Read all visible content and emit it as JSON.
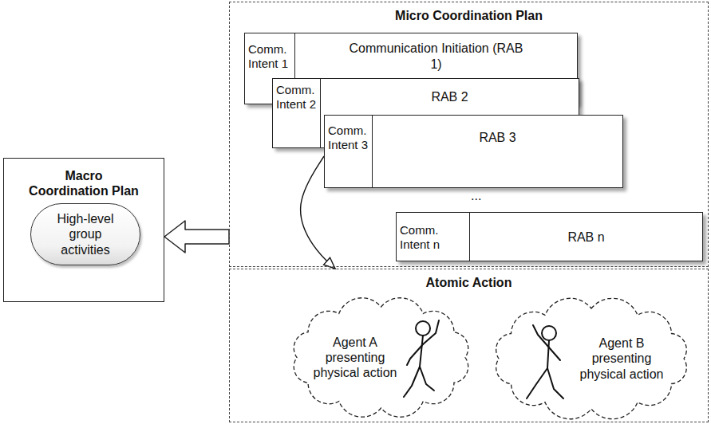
{
  "diagram": {
    "nodes": [
      {
        "text": [
          "Macro Coordination Plan"
        ]
      },
      {
        "text": [
          "High-level group activities"
        ],
        "in": 0
      },
      {
        "text": [
          "Micro Coordination Plan"
        ]
      },
      {
        "text": [
          "Comm. Intent 1",
          "Communication Initiation (RAB 1)"
        ],
        "in": 2
      },
      {
        "text": [
          "Comm. Intent 2",
          "RAB 2"
        ],
        "in": 2
      },
      {
        "text": [
          "Comm. Intent 3",
          "RAB 3"
        ],
        "in": 2
      },
      {
        "text": [
          "Comm. Intent n",
          "RAB n"
        ],
        "in": 2
      },
      {
        "text": [
          "Atomic Action"
        ]
      },
      {
        "text": [
          "Agent A presenting physical action"
        ],
        "in": 7
      },
      {
        "text": [
          "Agent B presenting physical action"
        ],
        "in": 7
      }
    ],
    "edges": [
      {
        "from": 2,
        "to": 0,
        "arrow": "to"
      },
      {
        "from": 5,
        "to": 7,
        "arrow": "to"
      }
    ],
    "labels": [
      "..."
    ]
  }
}
